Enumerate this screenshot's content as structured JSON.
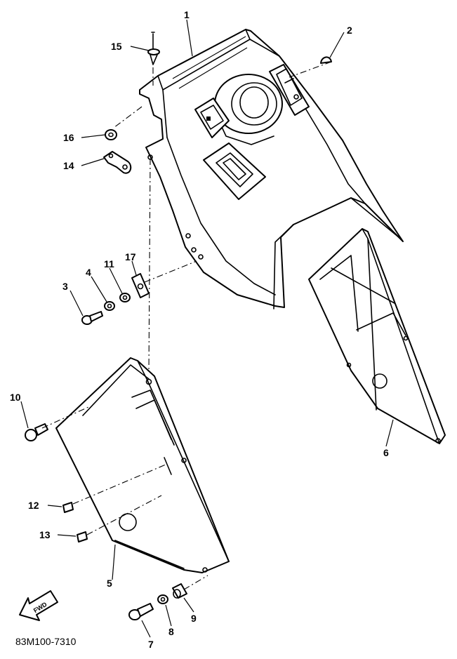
{
  "diagram": {
    "callouts": [
      {
        "id": "c1",
        "label": "1"
      },
      {
        "id": "c2",
        "label": "2"
      },
      {
        "id": "c3",
        "label": "3"
      },
      {
        "id": "c4",
        "label": "4"
      },
      {
        "id": "c5",
        "label": "5"
      },
      {
        "id": "c6",
        "label": "6"
      },
      {
        "id": "c7",
        "label": "7"
      },
      {
        "id": "c8",
        "label": "8"
      },
      {
        "id": "c9",
        "label": "9"
      },
      {
        "id": "c10",
        "label": "10"
      },
      {
        "id": "c11",
        "label": "11"
      },
      {
        "id": "c12",
        "label": "12"
      },
      {
        "id": "c13",
        "label": "13"
      },
      {
        "id": "c14",
        "label": "14"
      },
      {
        "id": "c15",
        "label": "15"
      },
      {
        "id": "c16",
        "label": "16"
      },
      {
        "id": "c17",
        "label": "17"
      }
    ],
    "direction_label": "FWD",
    "drawing_code": "83M100-7310"
  }
}
